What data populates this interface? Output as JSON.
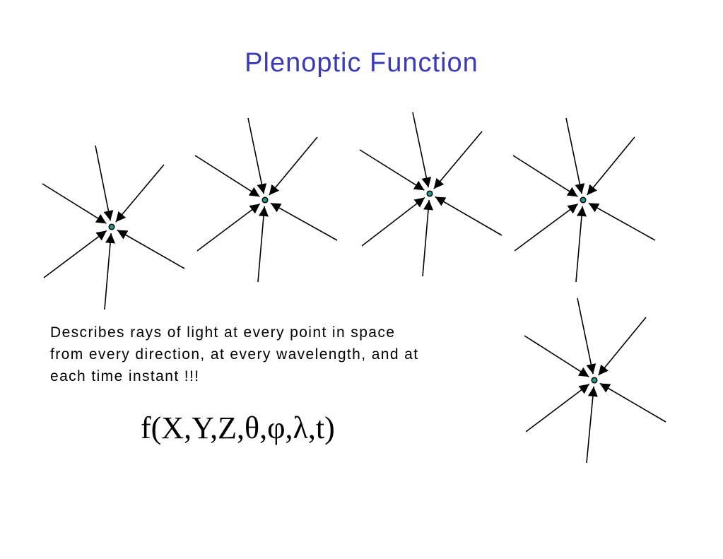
{
  "slide": {
    "title": "Plenoptic Function",
    "description_lines": [
      "Describes rays of light  at every point in space",
      "from every direction, at every wavelength, and at",
      "each time instant !!!"
    ],
    "formula": "f(X,Y,Z,θ,φ,λ,t)"
  },
  "diagram": {
    "point_fill": "#1a9c8c",
    "ray_color": "#000000",
    "point_count": 5,
    "rays_per_point": 6
  }
}
